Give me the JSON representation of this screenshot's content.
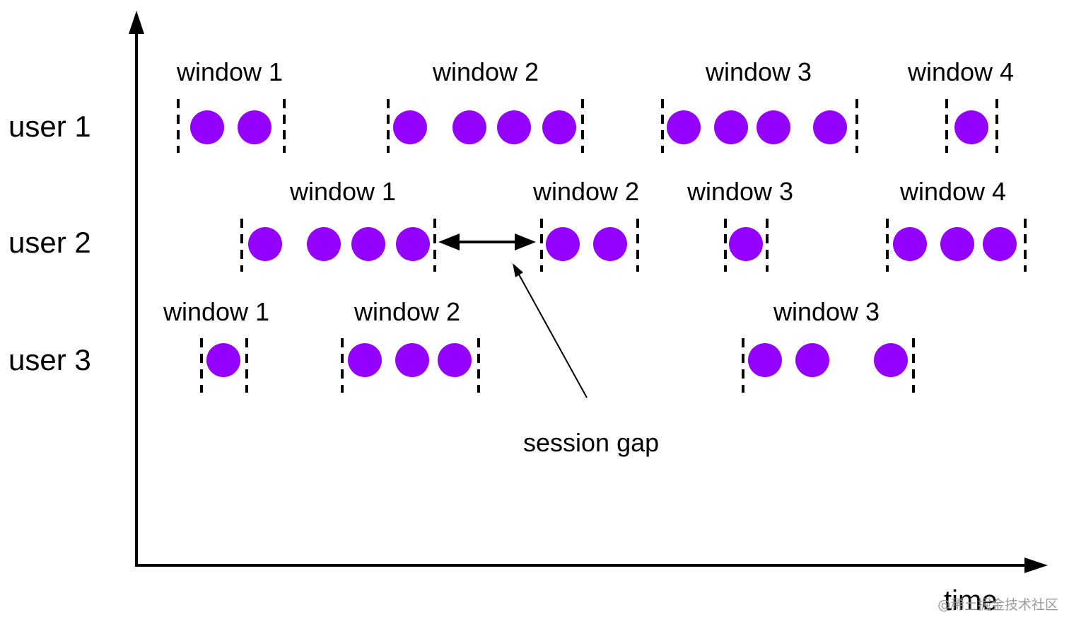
{
  "axes": {
    "x_label": "time"
  },
  "colors": {
    "event": "#9300ff",
    "line": "#000000",
    "background": "#ffffff"
  },
  "users": [
    {
      "label": "user 1",
      "windows": [
        {
          "label": "window 1",
          "events": 2
        },
        {
          "label": "window 2",
          "events": 4
        },
        {
          "label": "window 3",
          "events": 4
        },
        {
          "label": "window 4",
          "events": 1
        }
      ]
    },
    {
      "label": "user 2",
      "windows": [
        {
          "label": "window 1",
          "events": 4
        },
        {
          "label": "window 2",
          "events": 2
        },
        {
          "label": "window 3",
          "events": 1
        },
        {
          "label": "window 4",
          "events": 3
        }
      ]
    },
    {
      "label": "user 3",
      "windows": [
        {
          "label": "window 1",
          "events": 1
        },
        {
          "label": "window 2",
          "events": 3
        },
        {
          "label": "window 3",
          "events": 3
        }
      ]
    }
  ],
  "annotation": {
    "label": "session gap"
  },
  "watermark": "@稀土掘金技术社区"
}
